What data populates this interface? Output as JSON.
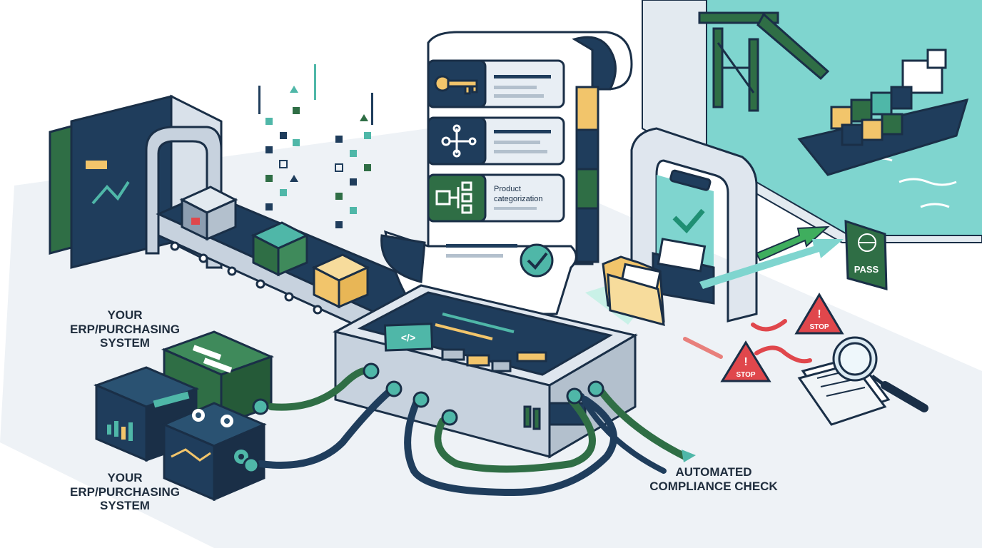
{
  "labels": {
    "erp_system_top": [
      "YOUR",
      "ERP/PURCHASING",
      "SYSTEM"
    ],
    "erp_system_bottom": [
      "YOUR",
      "ERP/PURCHASING",
      "SYSTEM"
    ],
    "compliance_check": [
      "AUTOMATED",
      "COMPLIANCE CHECK"
    ]
  },
  "document": {
    "rows": [
      {
        "icon": "key-icon",
        "text": ""
      },
      {
        "icon": "flowchart-icon",
        "text": ""
      },
      {
        "icon": "hierarchy-icon",
        "text": "Product categorization"
      }
    ]
  },
  "device": {
    "code_symbol": "</>"
  },
  "badges": {
    "pass": "PASS",
    "stop_top": "STOP",
    "stop_bottom": "STOP"
  },
  "colors": {
    "navy": "#1f3d5c",
    "dark_navy": "#1a2f47",
    "green": "#2f6e45",
    "teal": "#4fb7a8",
    "yellow": "#f2c56b",
    "red": "#e0474c",
    "water": "#7ed6d2",
    "ground": "#e6ecf2"
  }
}
